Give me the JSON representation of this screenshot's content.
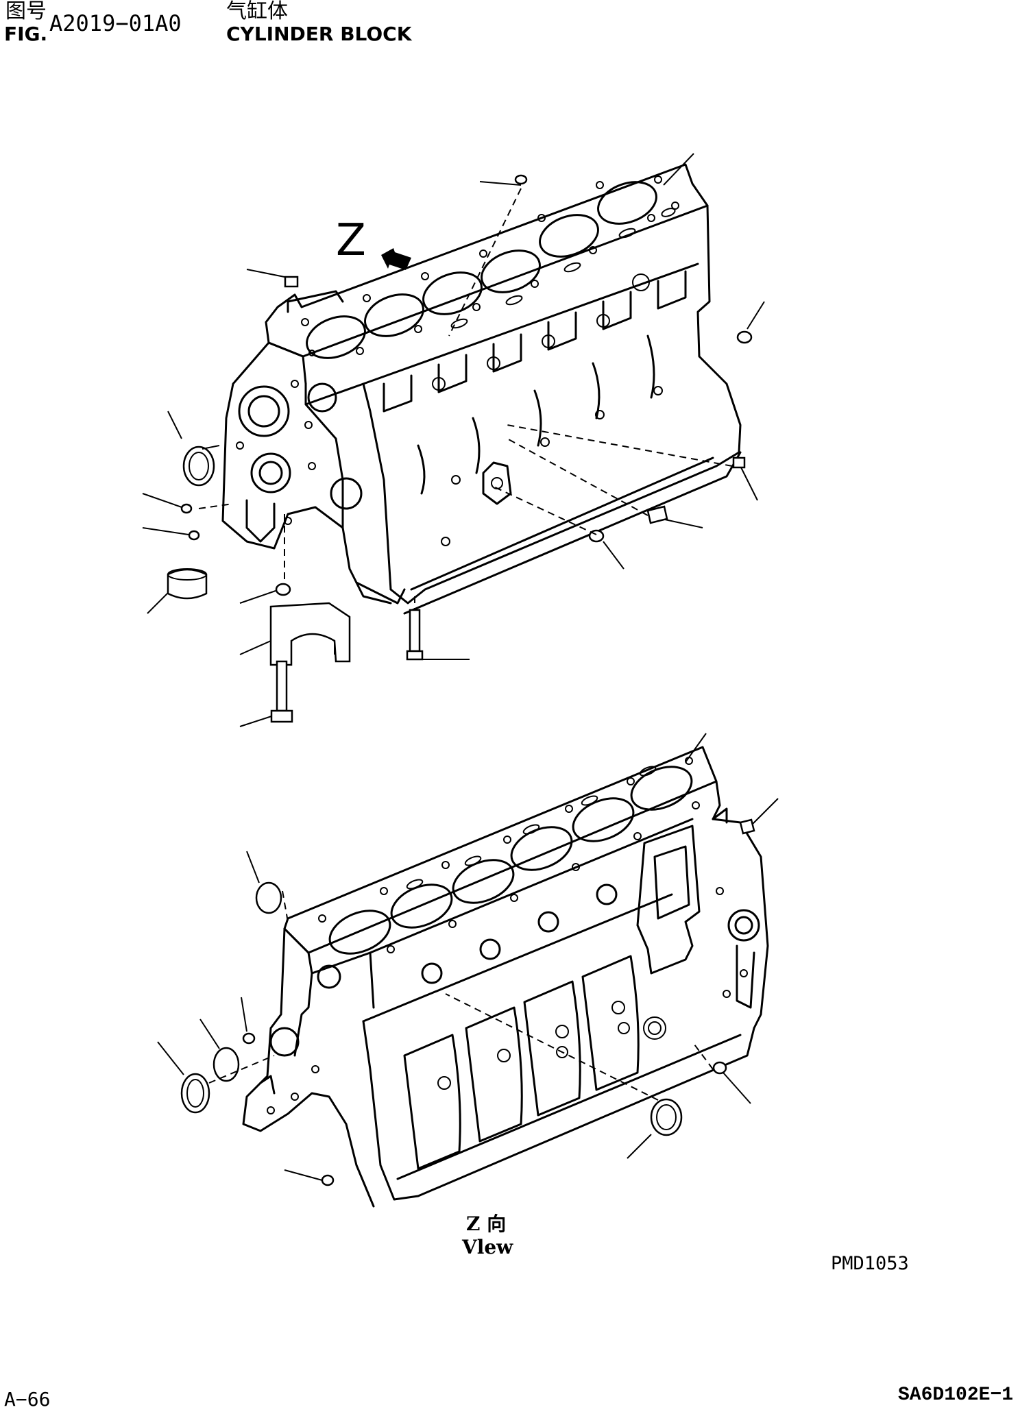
{
  "header": {
    "cn_fig": "图号",
    "fig_label": "FIG.",
    "fig_number": "A2019−01A0",
    "cn_title": "气缸体",
    "title": "CYLINDER BLOCK"
  },
  "diagram": {
    "view_marker": "Z",
    "view_caption_cn": "Z 向",
    "view_caption_en": "Vlew",
    "drawing_code": "PMD1053"
  },
  "footer": {
    "page_number": "A−66",
    "model": "SA6D102E−1"
  }
}
